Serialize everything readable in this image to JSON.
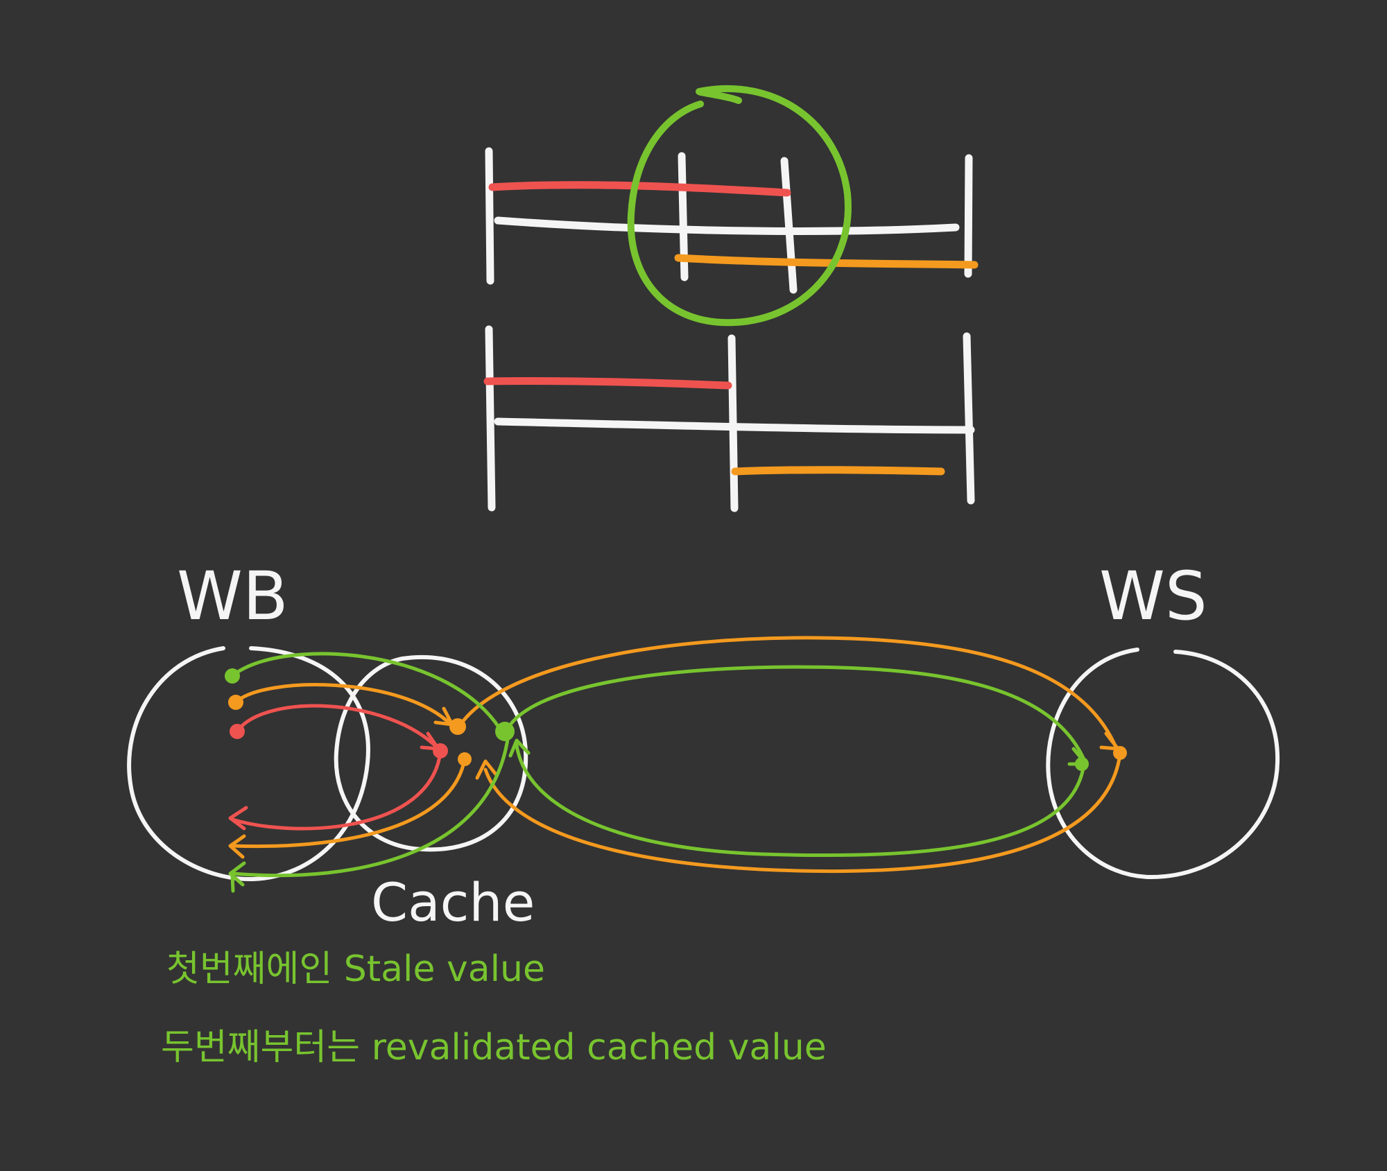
{
  "labels": {
    "wb": "WB",
    "ws": "WS",
    "cache": "Cache"
  },
  "notes": {
    "first": "첫번째에인 Stale value",
    "second": "두번째부터는 revalidated cached value"
  },
  "colors": {
    "background": "#333333",
    "white": "#f5f5f5",
    "red": "#ef5350",
    "orange": "#f49a1f",
    "green": "#78c42f"
  }
}
